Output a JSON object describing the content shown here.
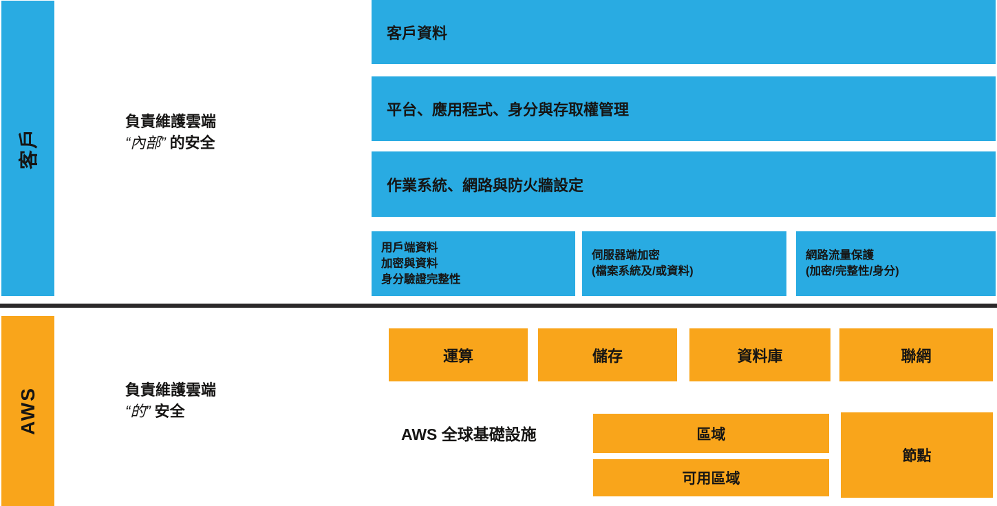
{
  "colors": {
    "customer_blue": "#29ABE2",
    "aws_orange": "#F9A51B",
    "divider_black": "#2B2829",
    "text_dark": "#161514"
  },
  "customer": {
    "sidebar_label": "客戶",
    "responsibility": {
      "line1": "負責維護雲端",
      "quoted": "“內部”",
      "rest": "的安全"
    },
    "layer_boxes": [
      "客戶資料",
      "平台、應用程式、身分與存取權管理",
      "作業系統、網路與防火牆設定"
    ],
    "detail_boxes": [
      {
        "lines": [
          "用戶端資料",
          "加密與資料",
          "身分驗證完整性"
        ]
      },
      {
        "lines": [
          "伺服器端加密",
          "(檔案系統及/或資料)"
        ]
      },
      {
        "lines": [
          "網路流量保護",
          "(加密/完整性/身分)"
        ]
      }
    ]
  },
  "aws": {
    "sidebar_label": "AWS",
    "responsibility": {
      "line1": "負責維護雲端",
      "quoted": "“的”",
      "rest": "安全"
    },
    "service_boxes": [
      "運算",
      "儲存",
      "資料庫",
      "聯網"
    ],
    "infrastructure_label": "AWS 全球基礎設施",
    "infrastructure_boxes": {
      "region": "區域",
      "availability_zone": "可用區域",
      "edge_location": "節點"
    }
  }
}
